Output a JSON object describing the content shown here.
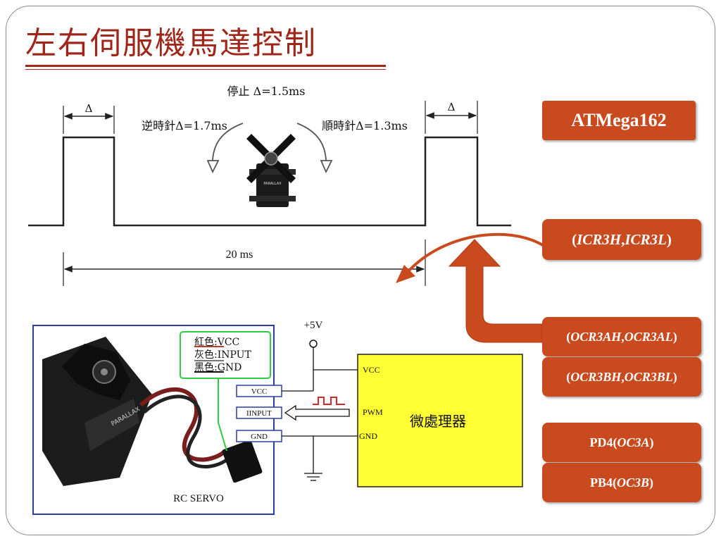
{
  "slide": {
    "title": "左右伺服機馬達控制"
  },
  "timing": {
    "delta_left": "Δ",
    "delta_right": "Δ",
    "stop_label": "停止 Δ=1.5ms",
    "ccw_label": "逆時針Δ=1.7ms",
    "cw_label": "順時針Δ=1.3ms",
    "period_label": "20 ms"
  },
  "registers": {
    "chip": "ATMega162",
    "icr": {
      "open": "(",
      "a": "ICR3H",
      "sep": ", ",
      "b": "ICR3L",
      "close": ")"
    },
    "ocr3a": {
      "open": "(",
      "a": "OCR3AH",
      "sep": ", ",
      "b": "OCR3AL",
      "close": ")"
    },
    "ocr3b": {
      "open": "(",
      "a": "OCR3BH",
      "sep": ", ",
      "b": "OCR3BL",
      "close": ")"
    },
    "pd4": {
      "prefix": "PD4(",
      "pin": "OC3A",
      "close": ")"
    },
    "pb4": {
      "prefix": "PB4(",
      "pin": "OC3B",
      "close": ")"
    }
  },
  "wiring": {
    "vcc_supply": "+5V",
    "servo_caption": "RC SERVO",
    "legend_red": "紅色:VCC",
    "legend_gray": "灰色:INPUT",
    "legend_black": "黑色:GND",
    "pin_vcc": "VCC",
    "pin_input": "IINPUT",
    "pin_gnd": "GND",
    "mcu_vcc": "VCC",
    "mcu_pwm": "PWM",
    "mcu_gnd": "GND",
    "mcu_name": "微處理器",
    "brand": "PARALLAX"
  },
  "colors": {
    "title": "#a0261a",
    "register_box": "#c94a1f",
    "arrow": "#c94a1f",
    "mcu_fill": "#ffff33",
    "servo_frame": "#2a3f9e"
  }
}
